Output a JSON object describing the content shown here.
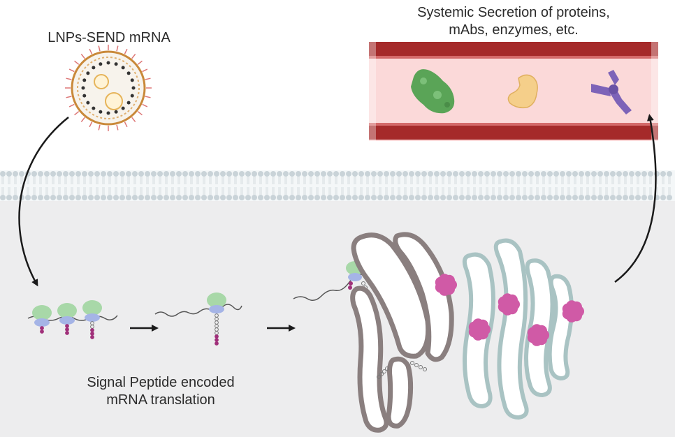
{
  "labels": {
    "lnp": "LNPs-SEND mRNA",
    "secretion_line1": "Systemic Secretion of proteins,",
    "secretion_line2": "mAbs, enzymes, etc.",
    "translation_line1": "Signal Peptide encoded",
    "translation_line2": "mRNA translation"
  },
  "colors": {
    "cytoplasm": "#ededee",
    "membrane": "#c9d3d8",
    "vessel_wall": "#a52a2a",
    "vessel_lumen": "#fbd9d9",
    "er_outline": "#8a7f7f",
    "golgi_outline": "#a9c3c3",
    "protein_pink": "#d05aa6",
    "ribosome_large": "#a8d8a8",
    "ribosome_small": "#a5b4e6",
    "green_protein": "#5aa457",
    "yellow_protein": "#f5cf8a",
    "purple_antibody": "#7d63b8",
    "arrow": "#1a1a1a"
  },
  "icons": [
    "lnp-icon",
    "ribosome-icon",
    "blood-vessel-icon",
    "antibody-icon",
    "endoplasmic-reticulum-icon",
    "golgi-icon",
    "arrow-icon"
  ]
}
